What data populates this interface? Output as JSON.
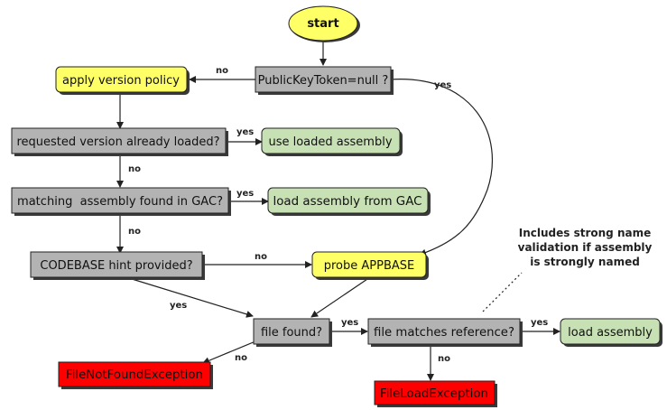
{
  "colors": {
    "start_fill": "#ffff66",
    "yellow_fill": "#ffff66",
    "gray_fill": "#b3b3b3",
    "green_fill": "#c7e0b4",
    "red_fill": "#ff0000",
    "stroke": "#222222",
    "shadow": "#3a3a3a"
  },
  "nodes": {
    "start": "start",
    "public_key_token": "PublicKeyToken=null ?",
    "apply_version_policy": "apply version policy",
    "requested_loaded": "requested version already loaded?",
    "use_loaded": "use loaded assembly",
    "matching_gac": "matching  assembly found in GAC?",
    "load_from_gac": "load assembly from GAC",
    "codebase_hint": "CODEBASE hint provided?",
    "probe_appbase": "probe APPBASE",
    "file_found": "file found?",
    "file_matches": "file matches reference?",
    "load_assembly": "load assembly",
    "file_not_found_exc": "FileNotFoundException",
    "file_load_exc": "FileLoadException"
  },
  "edges": {
    "pkt_no": "no",
    "pkt_yes": "yes",
    "loaded_yes": "yes",
    "loaded_no": "no",
    "gac_yes": "yes",
    "gac_no": "no",
    "codebase_no": "no",
    "codebase_yes": "yes",
    "found_yes": "yes",
    "found_no": "no",
    "matches_yes": "yes",
    "matches_no": "no"
  },
  "note": {
    "line1": "Includes strong name",
    "line2": "validation if assembly",
    "line3": "is strongly named"
  }
}
